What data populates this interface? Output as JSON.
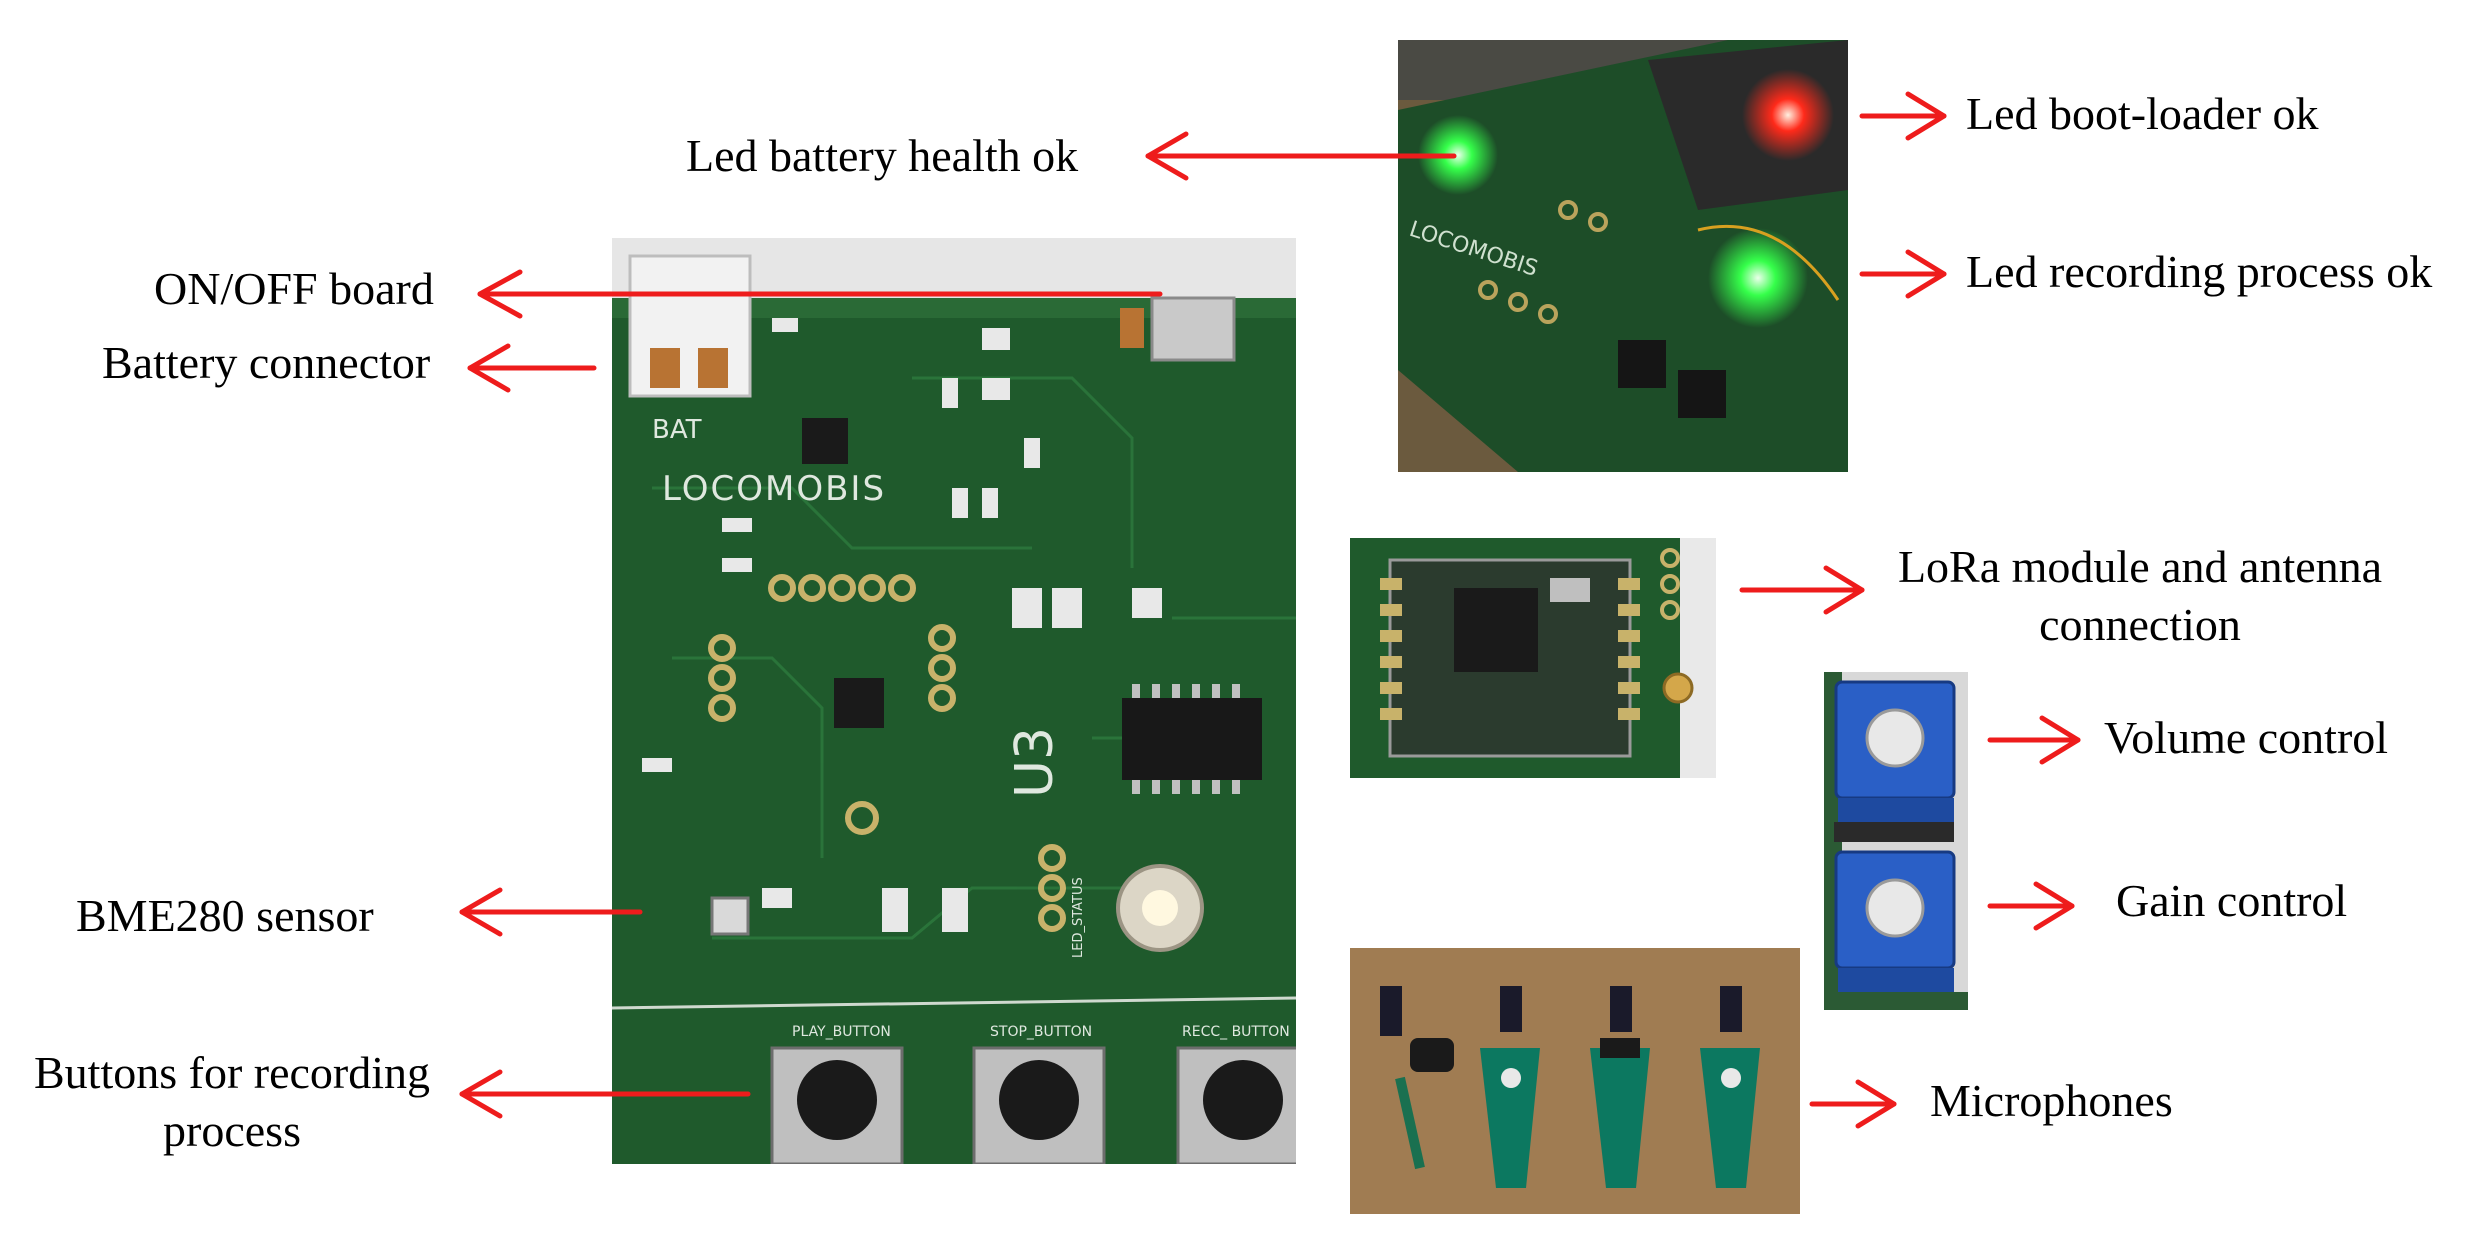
{
  "labels": {
    "battery_health": "Led battery health ok",
    "bootloader": "Led boot-loader ok",
    "recording_ok": "Led recording process ok",
    "on_off": "ON/OFF board",
    "battery_connector": "Battery connector",
    "lora_line1": "LoRa module and antenna",
    "lora_line2": "connection",
    "volume": "Volume control",
    "gain": "Gain control",
    "bme280": "BME280 sensor",
    "buttons_line1": "Buttons for recording",
    "buttons_line2": "process",
    "microphones": "Microphones"
  },
  "board_silkscreen": {
    "brand": "LOCOMOBIS",
    "bat": "BAT",
    "u3": "U3",
    "play": "PLAY_BUTTON",
    "stop": "STOP_BUTTON",
    "rec": "RECC_ BUTTON",
    "led_status": "LED_STATUS"
  },
  "colors": {
    "arrow": "#ee1c1c",
    "pcb": "#1f5a2c",
    "pcb_dark": "#143d1e",
    "pot_blue": "#2a5fc6",
    "wood": "#a07c52"
  }
}
